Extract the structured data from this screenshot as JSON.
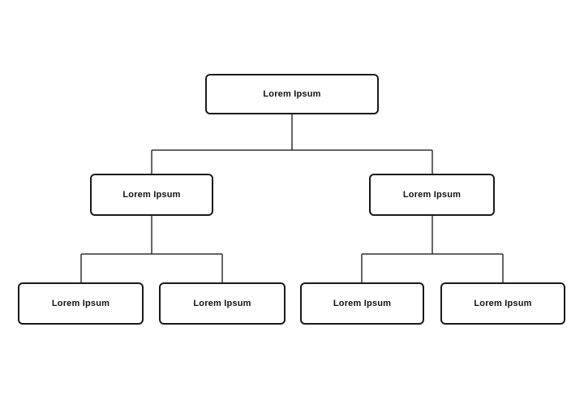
{
  "diagram": {
    "type": "org-chart-tree",
    "levels": 3,
    "colors": {
      "background": "#ffffff",
      "node_fill": "#ffffff",
      "node_border": "#1a1a1a",
      "connector": "#333333",
      "text": "#111111"
    },
    "nodes": [
      {
        "id": "root",
        "level": 1,
        "parent": null,
        "label": "Lorem Ipsum"
      },
      {
        "id": "l2-left",
        "level": 2,
        "parent": "root",
        "label": "Lorem Ipsum"
      },
      {
        "id": "l2-right",
        "level": 2,
        "parent": "root",
        "label": "Lorem Ipsum"
      },
      {
        "id": "l3-1",
        "level": 3,
        "parent": "l2-left",
        "label": "Lorem Ipsum"
      },
      {
        "id": "l3-2",
        "level": 3,
        "parent": "l2-left",
        "label": "Lorem Ipsum"
      },
      {
        "id": "l3-3",
        "level": 3,
        "parent": "l2-right",
        "label": "Lorem Ipsum"
      },
      {
        "id": "l3-4",
        "level": 3,
        "parent": "l2-right",
        "label": "Lorem Ipsum"
      }
    ]
  }
}
